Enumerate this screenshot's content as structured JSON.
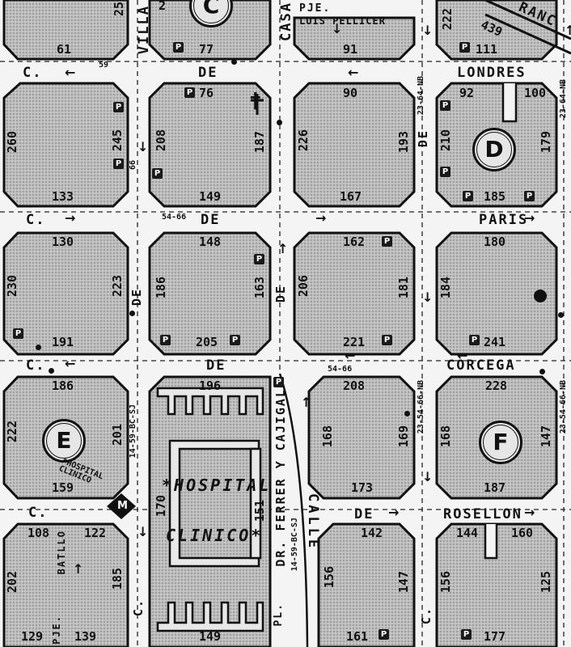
{
  "streets": {
    "londres": "LONDRES",
    "paris": "PARIS",
    "corcega": "CORCEGA",
    "rosellon": "ROSELLON",
    "c_de": "C.",
    "de": "DE",
    "villa": "VILLA",
    "casa": "CASA",
    "pje_luis_pellicer_1": "PJE.",
    "pje_luis_pellicer_2": "LUIS PELLICER",
    "calle": "CALLE",
    "pje_batllo_1": "PJE.",
    "pje_batllo_2": "BATLLO",
    "dr_ferrer_1": "DR. FERRER Y CAJIGAL",
    "dr_ferrer_pl": "PL.",
    "granc": "RANC",
    "c_left_bottom": "C.",
    "c_lower_mid": "C."
  },
  "routes": {
    "r59": "59",
    "r5466_a": "54-66",
    "r5466_b": "54-66",
    "r66": "66",
    "r23_64_nb_a": "23-64-NB",
    "r23_64_nb_b": "23-64-NB",
    "r23_5466_nb_a": "23-54-66-NB",
    "r23_5466_nb_b": "23-54-66-NB",
    "r14_59_bcsj_a": "14-59-BC-SJ",
    "r14_59_bcsj_b": "14-59-BC-SJ"
  },
  "landmarks": {
    "hospital_clinico_big_1": "*HOSPITAL",
    "hospital_clinico_big_2": "CLINICO*",
    "hospital_clinico_small": "*HOSPITAL CLINICO",
    "metro": "M",
    "circle_c": "C",
    "circle_d": "D",
    "circle_e": "E",
    "circle_f": "F",
    "church": "†"
  },
  "numbers": {
    "n61": "61",
    "n77": "77",
    "n91": "91",
    "n2": "2",
    "n222": "222",
    "n111": "111",
    "n439": "439",
    "n25": "25",
    "n76": "76",
    "n90": "90",
    "n92": "92",
    "n100": "100",
    "n260": "260",
    "n245": "245",
    "n208": "208",
    "n187": "187",
    "n226": "226",
    "n193": "193",
    "n210": "210",
    "n179": "179",
    "n133": "133",
    "n149": "149",
    "n167": "167",
    "n185": "185",
    "n130": "130",
    "n148": "148",
    "n162": "162",
    "n180": "180",
    "n230": "230",
    "n223": "223",
    "n186a": "186",
    "n163": "163",
    "n206": "206",
    "n181": "181",
    "n184": "184",
    "n191": "191",
    "n205": "205",
    "n221": "221",
    "n241": "241",
    "n186b": "186",
    "n196": "196",
    "n208b": "208",
    "n228": "228",
    "n222b": "222",
    "n201": "201",
    "n168": "168",
    "n169": "169",
    "n168b": "168",
    "n147": "147",
    "n159": "159",
    "n173": "173",
    "n187b": "187",
    "n170": "170",
    "n151": "151",
    "n108": "108",
    "n122": "122",
    "n142": "142",
    "n144": "144",
    "n160": "160",
    "n202": "202",
    "n185b": "185",
    "n156a": "156",
    "n147b": "147",
    "n156b": "156",
    "n125": "125",
    "n129": "129",
    "n139": "139",
    "n149b": "149",
    "n161": "161",
    "n177": "177"
  },
  "parking": "P"
}
